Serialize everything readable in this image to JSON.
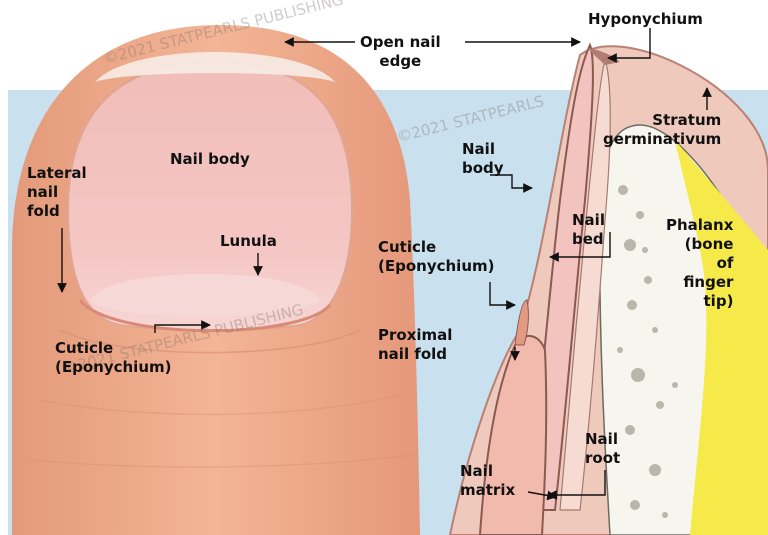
{
  "labels": {
    "open_nail_edge": "Open nail\nedge",
    "hyponychium": "Hyponychium",
    "stratum_germinativum": "Stratum\ngerminativum",
    "nail_body_left": "Nail body",
    "lateral_nail_fold": "Lateral\nnail\nfold",
    "lunula": "Lunula",
    "cuticle_left": "Cuticle\n(Eponychium)",
    "nail_body_right": "Nail\nbody",
    "nail_bed": "Nail\nbed",
    "phalanx": "Phalanx\n(bone\nof\nfinger\ntip)",
    "cuticle_right": "Cuticle\n(Eponychium)",
    "proximal_nail_fold": "Proximal\nnail fold",
    "nail_root": "Nail\nroot",
    "nail_matrix": "Nail\nmatrix"
  },
  "watermarks": {
    "wm1": "©2021 STATPEARLS PUBLISHING",
    "wm2": "©2021 STATPEARLS PUBLISHING",
    "wm3": "©2021 STATPEARLS"
  },
  "colors": {
    "background_panel": "#c9e0ee",
    "skin": "#efa98a",
    "nail": "#f3c3c0",
    "lunula": "#f6d8d6",
    "section_skin": "#f0c9bd",
    "bone": "#f7f6ee",
    "marrow": "#f6ea4a",
    "label_text": "#111111"
  }
}
